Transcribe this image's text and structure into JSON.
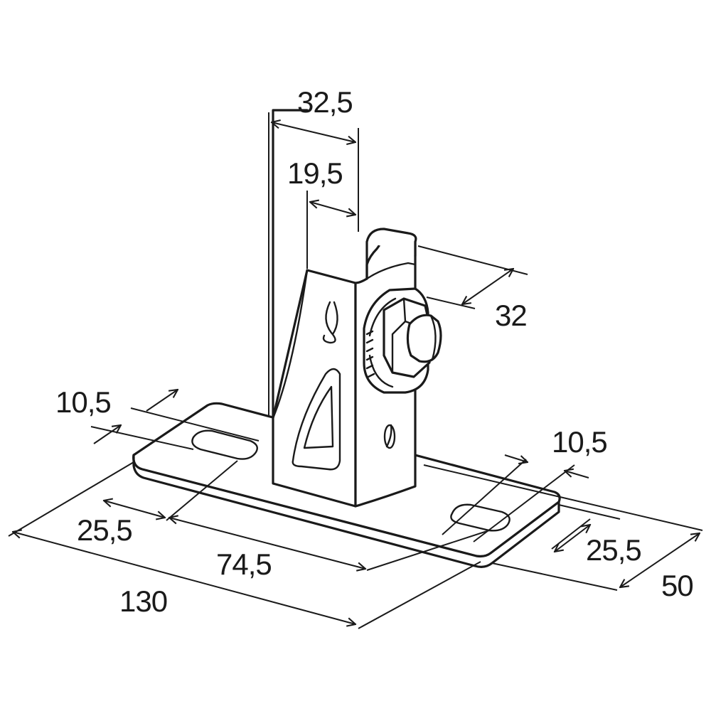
{
  "colors": {
    "line": "#1a1a1a",
    "background": "#ffffff"
  },
  "dimensions": {
    "upright_width": "32,5",
    "slot_offset": "19,5",
    "clamp_depth": "32",
    "left_slot_width": "10,5",
    "right_slot_width": "10,5",
    "left_edge_to_slot": "25,5",
    "right_edge_to_slot": "25,5",
    "slot_to_slot": "74,5",
    "base_length": "130",
    "base_width": "50"
  }
}
